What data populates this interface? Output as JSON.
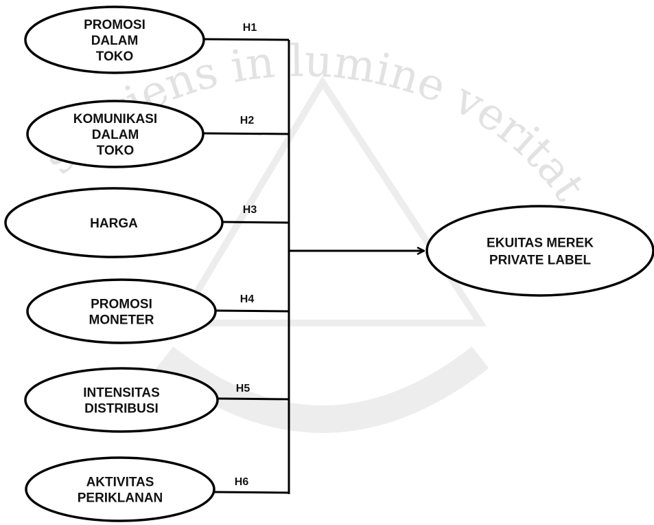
{
  "watermark": {
    "text": "serviens in lumine veritatis",
    "color": "#e0e0e0"
  },
  "colors": {
    "line": "#000000",
    "text": "#111111",
    "fill": "#ffffff"
  },
  "nodes": [
    {
      "id": "promosi-dalam-toko",
      "lines": [
        "PROMOSI",
        "DALAM",
        "TOKO"
      ]
    },
    {
      "id": "komunikasi-dalam-toko",
      "lines": [
        "KOMUNIKASI",
        "DALAM",
        "TOKO"
      ]
    },
    {
      "id": "harga",
      "lines": [
        "HARGA"
      ]
    },
    {
      "id": "promosi-moneter",
      "lines": [
        "PROMOSI",
        "MONETER"
      ]
    },
    {
      "id": "intensitas-distribusi",
      "lines": [
        "INTENSITAS",
        "DISTRIBUSI"
      ]
    },
    {
      "id": "aktivitas-periklanan",
      "lines": [
        "AKTIVITAS",
        "PERIKLANAN"
      ]
    }
  ],
  "hypotheses": [
    "H1",
    "H2",
    "H3",
    "H4",
    "H5",
    "H6"
  ],
  "target": {
    "id": "ekuitas-merek-private-label",
    "lines": [
      "EKUITAS MEREK",
      "PRIVATE LABEL"
    ]
  }
}
